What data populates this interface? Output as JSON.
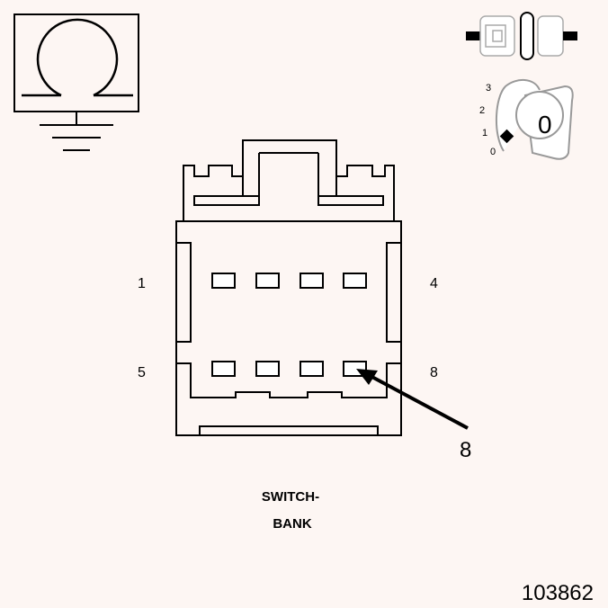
{
  "ohm_symbol": "Ω",
  "key_positions": [
    "3",
    "2",
    "1",
    "0"
  ],
  "key_label": "0",
  "pin_labels": {
    "top_left": "1",
    "top_right": "4",
    "bottom_left": "5",
    "bottom_right": "8"
  },
  "callout": "8",
  "connector_name_line1": "SWITCH-",
  "connector_name_line2": "BANK",
  "figure_number": "103862"
}
